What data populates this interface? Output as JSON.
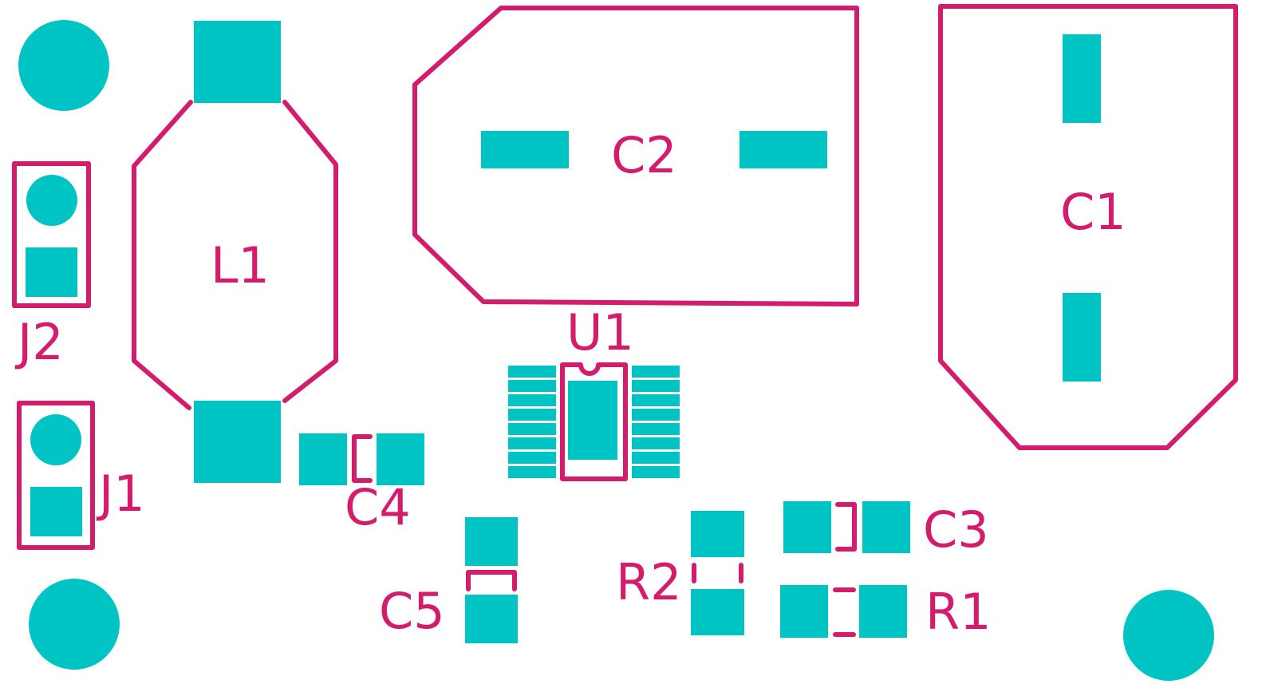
{
  "colors": {
    "pad": "#00c4c4",
    "silkscreen": "#d41c6c",
    "background": "#ffffff"
  },
  "labels": {
    "L1": "L1",
    "C2": "C2",
    "C1": "C1",
    "J2": "J2",
    "J1": "J1",
    "U1": "U1",
    "C4": "C4",
    "C3": "C3",
    "C5": "C5",
    "R2": "R2",
    "R1": "R1"
  }
}
